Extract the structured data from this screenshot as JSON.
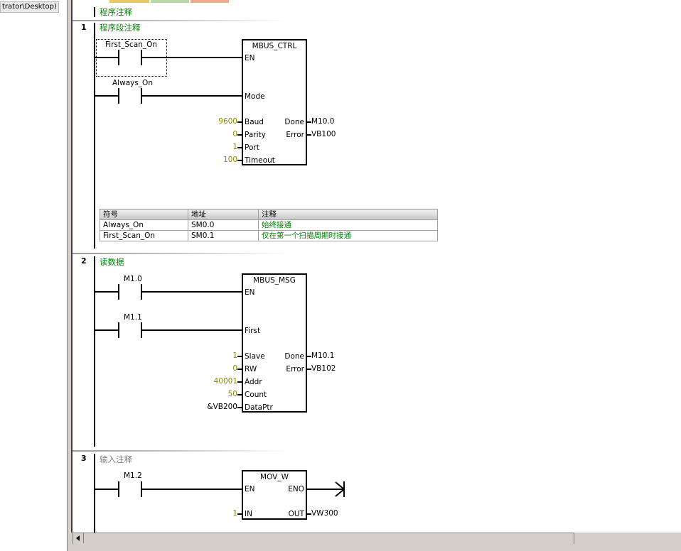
{
  "window": {
    "path_fragment": "trator\\Desktop)"
  },
  "program": {
    "comment": "程序注释"
  },
  "networks": [
    {
      "number": "1",
      "title": "程序段注释",
      "contacts": [
        "First_Scan_On",
        "Always_On"
      ],
      "box": {
        "name": "MBUS_CTRL",
        "inputs": [
          {
            "pin": "EN"
          },
          {
            "pin": "Mode"
          },
          {
            "pin": "Baud",
            "value": "9600"
          },
          {
            "pin": "Parity",
            "value": "0"
          },
          {
            "pin": "Port",
            "value": "1"
          },
          {
            "pin": "Timeout",
            "value": "100"
          }
        ],
        "outputs": [
          {
            "pin": "Done",
            "value": "M10.0"
          },
          {
            "pin": "Error",
            "value": "VB100"
          }
        ]
      },
      "symbol_table": {
        "headers": [
          "符号",
          "地址",
          "注释"
        ],
        "rows": [
          [
            "Always_On",
            "SM0.0",
            "始终接通"
          ],
          [
            "First_Scan_On",
            "SM0.1",
            "仅在第一个扫描周期时接通"
          ]
        ]
      }
    },
    {
      "number": "2",
      "title": "读数据",
      "contacts": [
        "M1.0",
        "M1.1"
      ],
      "box": {
        "name": "MBUS_MSG",
        "inputs": [
          {
            "pin": "EN"
          },
          {
            "pin": "First"
          },
          {
            "pin": "Slave",
            "value": "1"
          },
          {
            "pin": "RW",
            "value": "0"
          },
          {
            "pin": "Addr",
            "value": "40001"
          },
          {
            "pin": "Count",
            "value": "50"
          },
          {
            "pin": "DataPtr",
            "value": "&VB200"
          }
        ],
        "outputs": [
          {
            "pin": "Done",
            "value": "M10.1"
          },
          {
            "pin": "Error",
            "value": "VB102"
          }
        ]
      }
    },
    {
      "number": "3",
      "title": "输入注释",
      "contacts": [
        "M1.2"
      ],
      "box": {
        "name": "MOV_W",
        "inputs": [
          {
            "pin": "EN"
          },
          {
            "pin": "IN",
            "value": "1"
          }
        ],
        "outputs": [
          {
            "pin": "ENO"
          },
          {
            "pin": "OUT",
            "value": "VW300"
          }
        ]
      }
    }
  ],
  "colors": {
    "title_green": "#008000",
    "value_olive": "#8b8b00",
    "comment_gray": "#808080"
  }
}
